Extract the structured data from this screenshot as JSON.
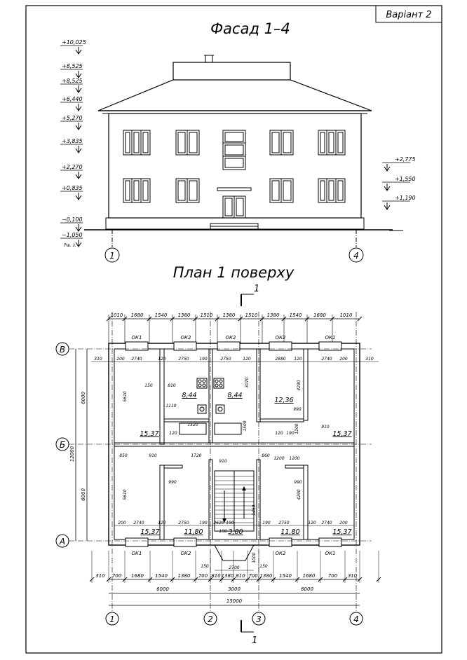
{
  "sheet": {
    "variant_label": "Варіант 2"
  },
  "facade": {
    "title": "Фасад 1–4",
    "left_levels": [
      "+10,025",
      "+8,525",
      "+8,525",
      "+6,440",
      "+5,270",
      "+3,835",
      "+2,270",
      "+0,835",
      "−0,100",
      "−1,050"
    ],
    "ground_note": "Рів. з.",
    "right_levels": [
      "+2,775",
      "+1,550",
      "+1,190"
    ],
    "axes": [
      "1",
      "4"
    ]
  },
  "plan": {
    "title": "План 1 поверху",
    "section_mark": "1",
    "axes_x": [
      "1",
      "2",
      "3",
      "4"
    ],
    "axes_y": [
      "В",
      "Б",
      "А"
    ],
    "top_dims": [
      "1010",
      "1680",
      "1540",
      "1380",
      "1510",
      "1380",
      "1510",
      "1380",
      "1540",
      "1680",
      "1010"
    ],
    "window_marks_top": [
      "ОК1",
      "ОК2",
      "ОК2",
      "ОК2",
      "ОК1"
    ],
    "window_marks_bottom": [
      "ОК1",
      "ОК2",
      "ОК2",
      "ОК1"
    ],
    "row_b_dims": [
      "310",
      "200",
      "2740",
      "120",
      "2750",
      "190",
      "2750",
      "120",
      "2880",
      "120",
      "2740",
      "200",
      "310"
    ],
    "row_a_dims": [
      "200",
      "2740",
      "120",
      "2750",
      "190",
      "2620",
      "190",
      "190",
      "2750",
      "120",
      "2740",
      "200"
    ],
    "bottom_dims_1": [
      "310",
      "700",
      "1680",
      "1540",
      "1380",
      "700",
      "810",
      "1380",
      "810",
      "700",
      "1380",
      "1540",
      "1680",
      "700",
      "310"
    ],
    "bottom_dims_2": [
      "6000",
      "3000",
      "6000"
    ],
    "bottom_total": "15000",
    "left_dims": [
      "6000",
      "6000"
    ],
    "left_total": "12000",
    "vertical_dims": [
      "5610",
      "5610",
      "3070",
      "4290",
      "4290",
      "1500",
      "1200",
      "1450",
      "1000"
    ],
    "inner_dims": [
      "150",
      "810",
      "1110",
      "1520",
      "120",
      "910",
      "1720",
      "910",
      "860",
      "190",
      "850",
      "990",
      "990",
      "990",
      "150",
      "2700",
      "150",
      "190",
      "910",
      "120",
      "1200",
      "1200"
    ],
    "rooms": [
      {
        "area": "8,44"
      },
      {
        "area": "8,44"
      },
      {
        "area": "12,36"
      },
      {
        "area": "15,37"
      },
      {
        "area": "15,37"
      },
      {
        "area": "15,37"
      },
      {
        "area": "11,80"
      },
      {
        "area": "3,80"
      },
      {
        "area": "11,80"
      },
      {
        "area": "15,37"
      }
    ]
  }
}
